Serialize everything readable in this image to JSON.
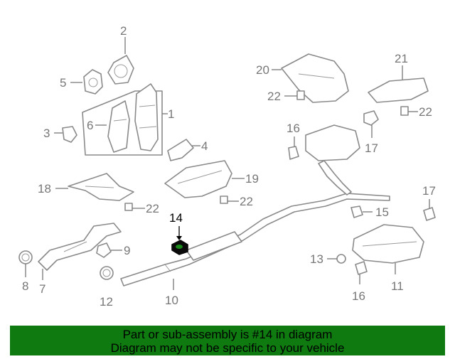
{
  "diagram": {
    "labels": {
      "p1": "1",
      "p2": "2",
      "p3": "3",
      "p4": "4",
      "p5": "5",
      "p6": "6",
      "p7": "7",
      "p8": "8",
      "p9": "9",
      "p10": "10",
      "p11": "11",
      "p12": "12",
      "p13": "13",
      "p14": "14",
      "p15": "15",
      "p16a": "16",
      "p16b": "16",
      "p17a": "17",
      "p17b": "17",
      "p18": "18",
      "p19": "19",
      "p20": "20",
      "p21": "21",
      "p22a": "22",
      "p22b": "22",
      "p22c": "22",
      "p22d": "22"
    },
    "highlight_color": "#0a0a0a",
    "line_color": "#8a8a8a"
  },
  "banner": {
    "line1": "Part or sub-assembly is #14 in diagram",
    "line2": "Diagram may not be specific to your vehicle",
    "background": "#0e7a10"
  }
}
